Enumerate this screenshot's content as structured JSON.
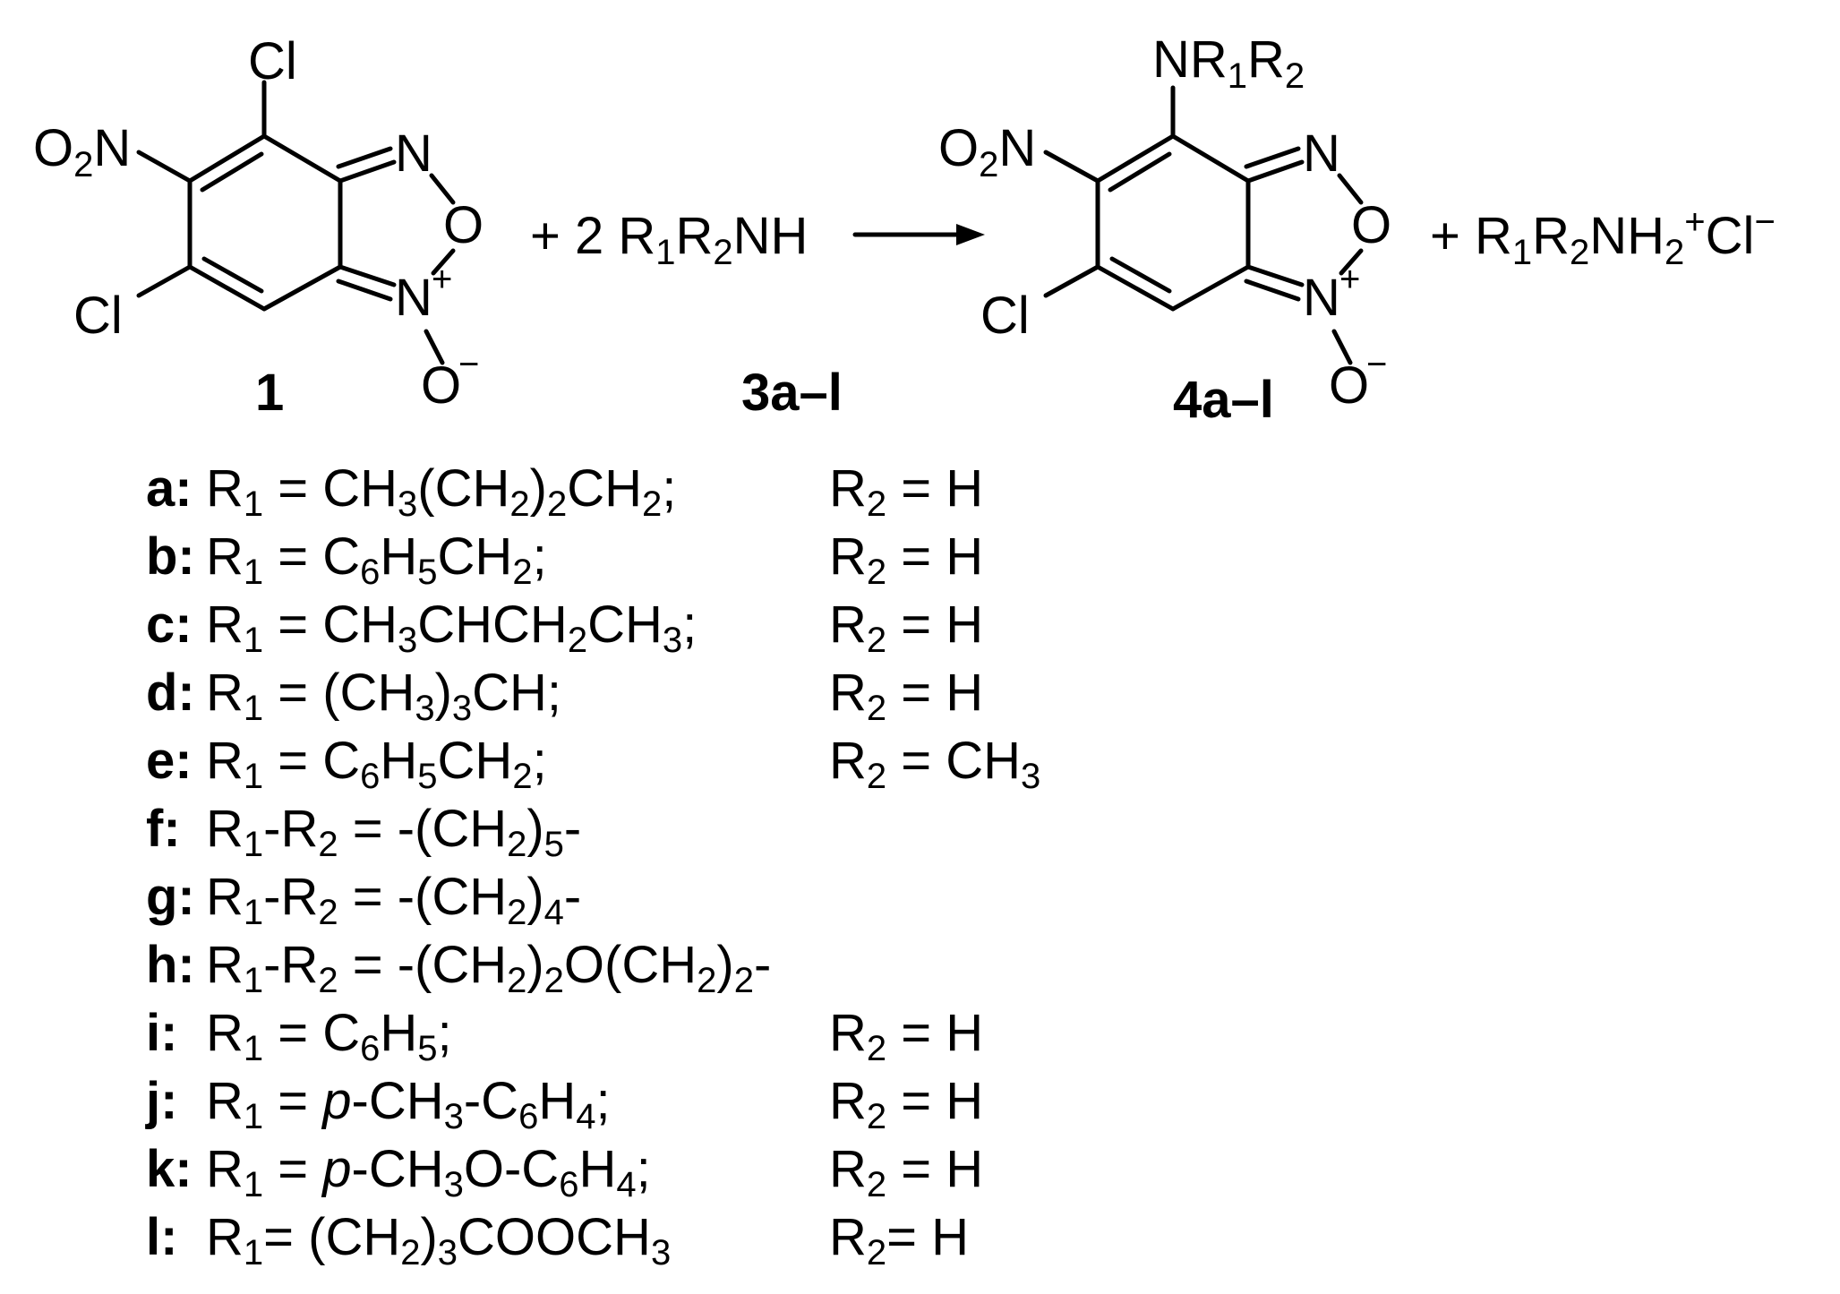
{
  "reactant": {
    "cl_top": "Cl",
    "no2_left": "O2N",
    "cl_bottom": "Cl",
    "ring_n_top": "N",
    "ring_o": "O",
    "ring_n_plus": "N",
    "plus_sign": "+",
    "oxide": "O",
    "minus_sign": "−",
    "label": "1"
  },
  "reagent": {
    "text_prefix": "+ 2 R",
    "sub1": "1",
    "text_mid": "R",
    "sub2": "2",
    "text_suffix": "NH",
    "label": "3a–l"
  },
  "product": {
    "amino_n": "NR",
    "amino_sub1": "1",
    "amino_r": "R",
    "amino_sub2": "2",
    "no2_left": "O2N",
    "cl_bottom": "Cl",
    "ring_n_top": "N",
    "ring_o": "O",
    "ring_n_plus": "N",
    "plus_sign": "+",
    "oxide": "O",
    "minus_sign": "−",
    "label": "4a–l"
  },
  "byproduct": {
    "text_prefix": "+ R",
    "sub1": "1",
    "text_mid": "R",
    "sub2": "2",
    "text_nh": "NH",
    "sub3": "2",
    "sup_plus": "+",
    "text_cl": "Cl",
    "sup_minus": "−"
  },
  "substituents": [
    {
      "label": "a",
      "def": "R1 = CH3(CH2)2CH2;",
      "r2": "R2 = H"
    },
    {
      "label": "b",
      "def": "R1 = C6H5CH2;",
      "r2": "R2 = H"
    },
    {
      "label": "c",
      "def": "R1 = CH3CHCH2CH3;",
      "r2": "R2 = H"
    },
    {
      "label": "d",
      "def": "R1 = (CH3)3CH;",
      "r2": "R2 = H"
    },
    {
      "label": "e",
      "def": "R1 = C6H5CH2;",
      "r2": "R2 = CH3"
    },
    {
      "label": "f",
      "def": "R1-R2 = -(CH2)5-",
      "r2": ""
    },
    {
      "label": "g",
      "def": "R1-R2 = -(CH2)4-",
      "r2": ""
    },
    {
      "label": "h",
      "def": "R1-R2 = -(CH2)2O(CH2)2-",
      "r2": ""
    },
    {
      "label": "i",
      "def": "R1 = C6H5;",
      "r2": "R2 = H"
    },
    {
      "label": "j",
      "def": "R1 = p-CH3-C6H4;",
      "r2": "R2 = H"
    },
    {
      "label": "k",
      "def": "R1 = p-CH3O-C6H4;",
      "r2": "R2 = H"
    },
    {
      "label": "l",
      "def": "R1= (CH2)3COOCH3",
      "r2": "R2= H"
    }
  ]
}
